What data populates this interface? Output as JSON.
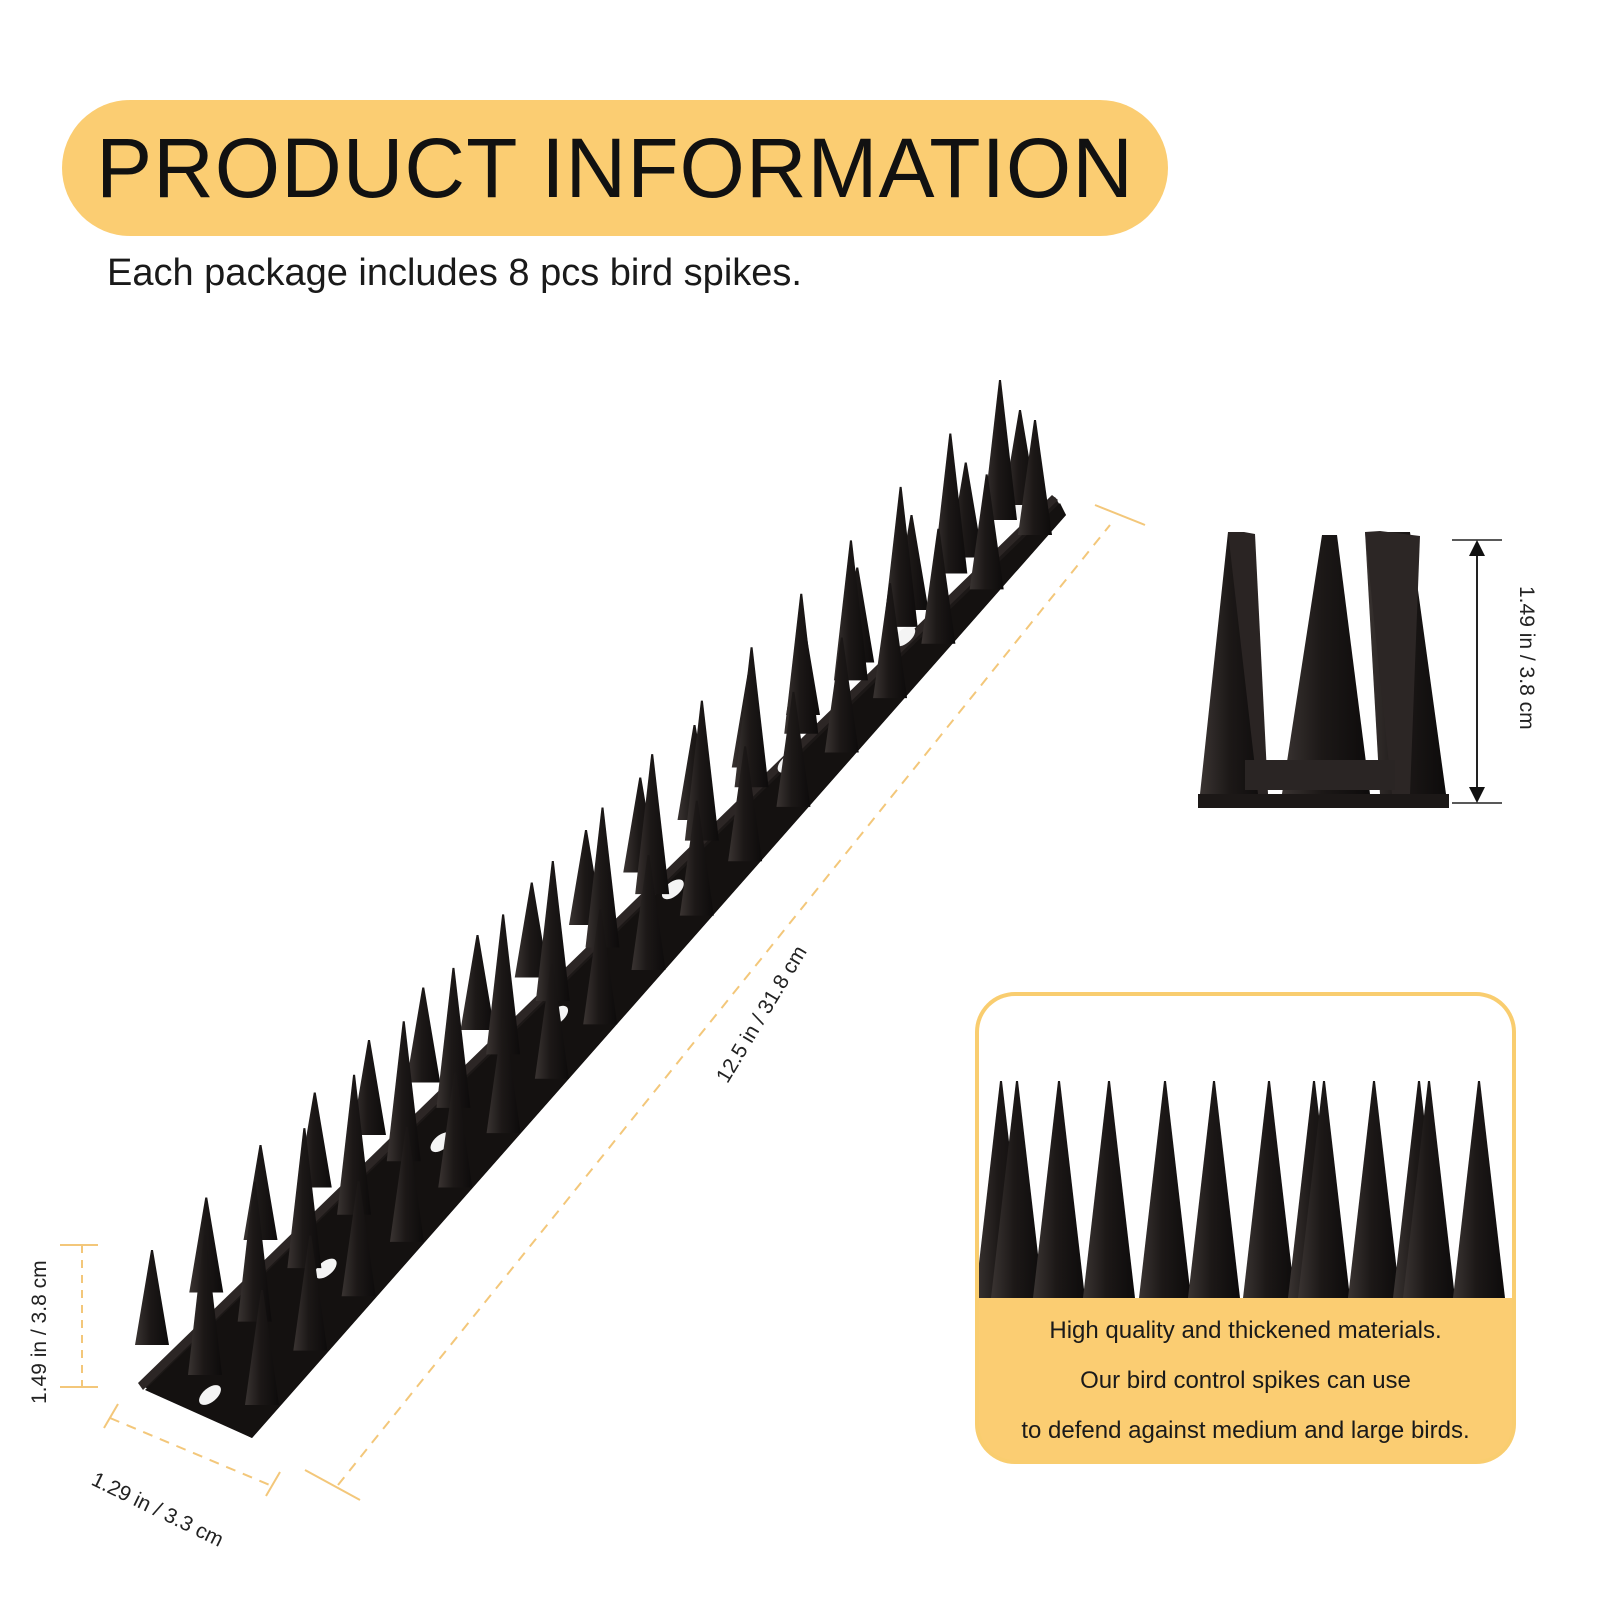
{
  "header": {
    "title": "PRODUCT INFORMATION",
    "subtitle": "Each package includes 8 pcs bird spikes."
  },
  "dimensions": {
    "length": "12.5 in / 31.8 cm",
    "width": "1.29 in / 3.3 cm",
    "height": "1.49 in / 3.8 cm"
  },
  "callout": {
    "lines": [
      "High quality and thickened materials.",
      "Our bird control spikes can use",
      "to defend against medium and large birds."
    ]
  },
  "colors": {
    "accent": "#fbcd72",
    "spike": "#1c1817",
    "dashed_line": "#f3c77a"
  },
  "icons": {
    "main_image": "bird-spike-strip",
    "side_image": "bird-spike-end-view",
    "callout_image": "bird-spike-closeup"
  }
}
